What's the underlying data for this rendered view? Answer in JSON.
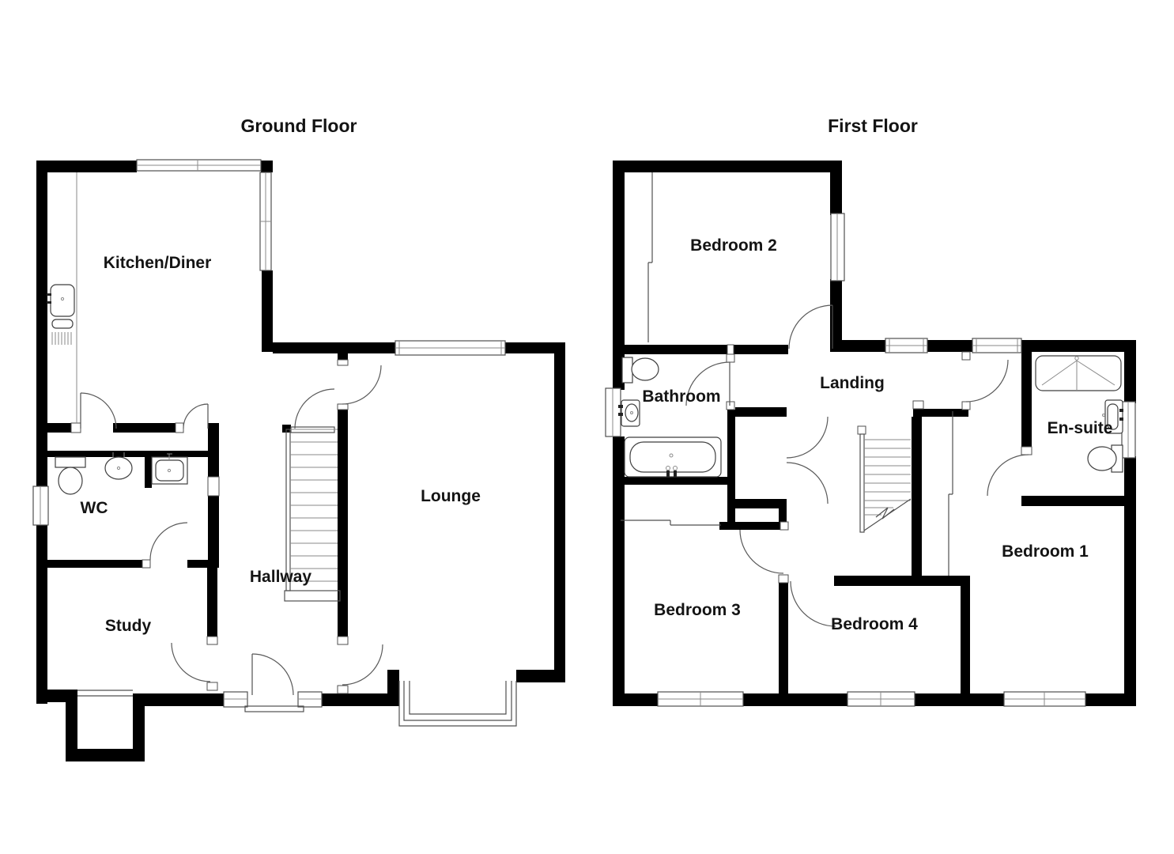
{
  "document": {
    "kind": "estate-agent floor plan",
    "background": "#ffffff"
  },
  "colors": {
    "wall": "#000000",
    "line": "#4f4f4f",
    "text": "#141414"
  },
  "ground_floor": {
    "title": "Ground Floor",
    "rooms": {
      "kitchen_diner": "Kitchen/Diner",
      "wc": "WC",
      "study": "Study",
      "hallway": "Hallway",
      "lounge": "Lounge"
    }
  },
  "first_floor": {
    "title": "First Floor",
    "rooms": {
      "bedroom2": "Bedroom 2",
      "bathroom": "Bathroom",
      "landing": "Landing",
      "ensuite": "En-suite",
      "bedroom1": "Bedroom 1",
      "bedroom3": "Bedroom 3",
      "bedroom4": "Bedroom 4"
    }
  },
  "fixture_icons": [
    "kitchen-sink-icon",
    "wc-toilet-icon",
    "wc-basin-icon",
    "cloakroom-vanity-basin-icon",
    "bath-icon",
    "bathroom-toilet-icon",
    "bathroom-basin-icon",
    "shower-icon",
    "ensuite-basin-icon",
    "ensuite-toilet-icon",
    "staircase-icon",
    "bay-window-icon",
    "wardrobe-icon"
  ]
}
